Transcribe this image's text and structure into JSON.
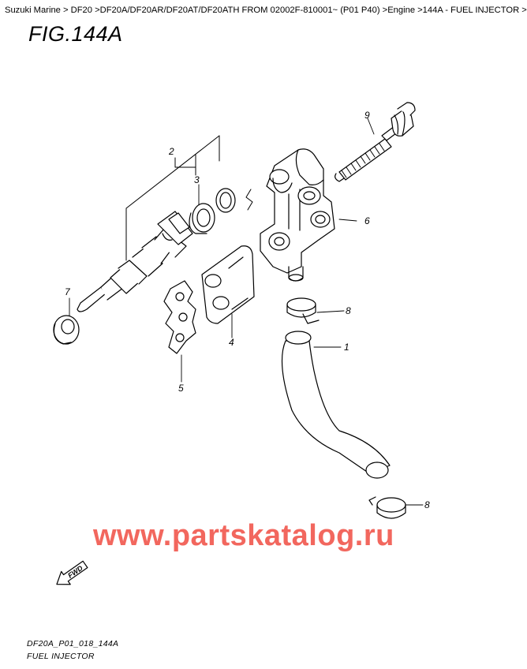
{
  "breadcrumb": "Suzuki Marine > DF20 >DF20A/DF20AR/DF20AT/DF20ATH FROM 02002F-810001~ (P01 P40) >Engine >144A - FUEL INJECTOR >",
  "figure_title": "FIG.144A",
  "callouts": [
    "1",
    "2",
    "3",
    "4",
    "5",
    "6",
    "7",
    "8",
    "9",
    "8"
  ],
  "watermark": "www.partskatalog.ru",
  "fwd_label": "FWD",
  "footer": {
    "code": "DF20A_P01_018_144A",
    "name": "FUEL INJECTOR"
  },
  "colors": {
    "watermark": "#f2675e",
    "line": "#000000"
  }
}
